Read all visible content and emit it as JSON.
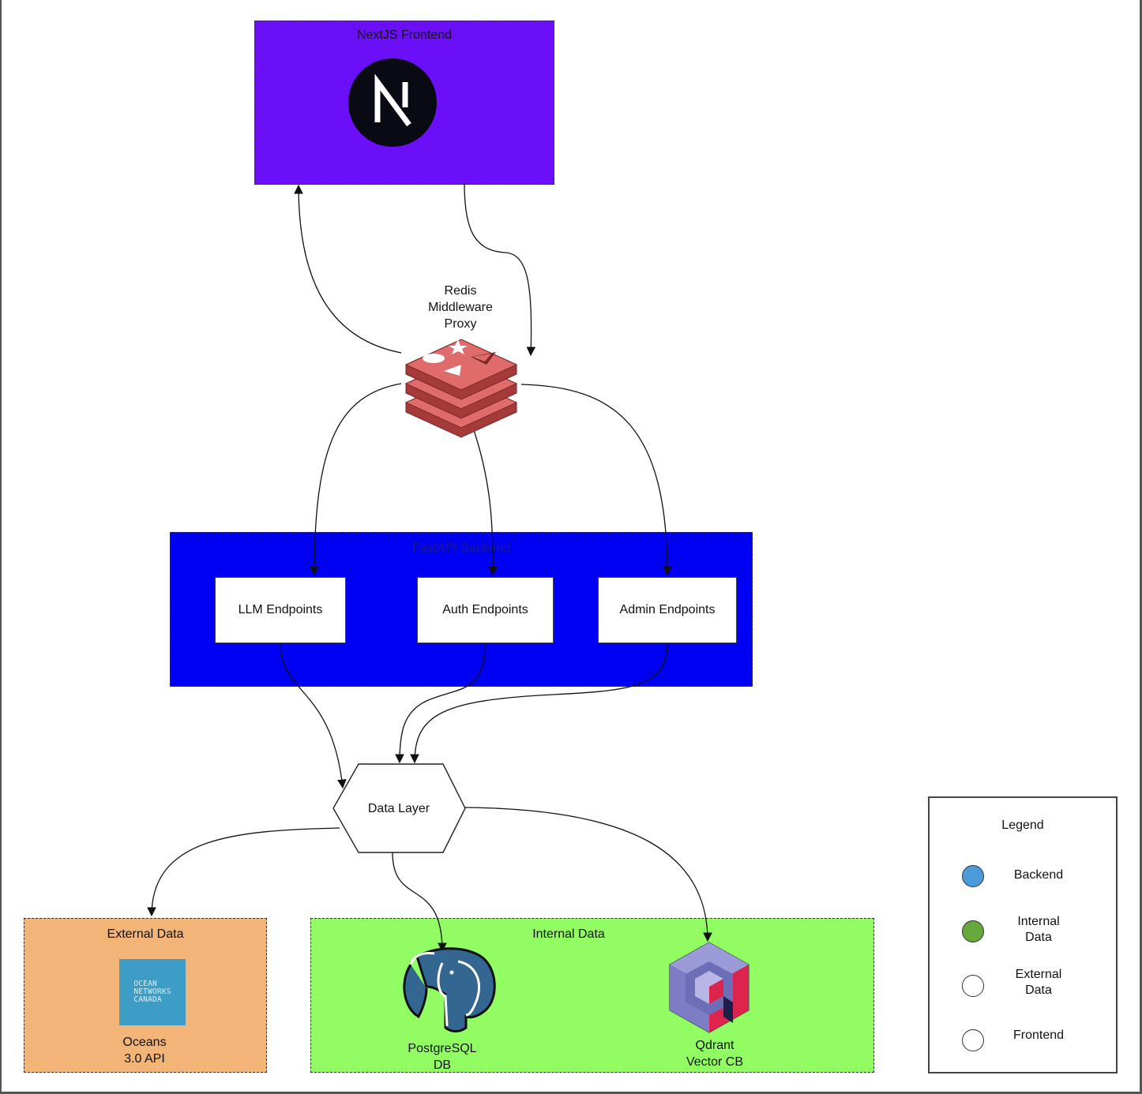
{
  "frontend": {
    "title": "NextJS Frontend"
  },
  "proxy": {
    "label_lines": [
      "Redis",
      "Middleware",
      "Proxy"
    ]
  },
  "backend": {
    "title": "FastAPI Backend",
    "endpoints": [
      "LLM Endpoints",
      "Auth Endpoints",
      "Admin Endpoints"
    ]
  },
  "data_layer": {
    "label": "Data Layer"
  },
  "external_data": {
    "title": "External Data",
    "logo_lines": [
      "OCEAN",
      "NETWORKS",
      "CANADA"
    ],
    "service_lines": [
      "Oceans",
      "3.0 API"
    ]
  },
  "internal_data": {
    "title": "Internal Data",
    "postgres_lines": [
      "PostgreSQL",
      "DB"
    ],
    "qdrant_lines": [
      "Qdrant",
      "Vector CB"
    ]
  },
  "legend": {
    "title": "Legend",
    "items": [
      {
        "label_lines": [
          "Backend"
        ],
        "color": "#4b9ad9"
      },
      {
        "label_lines": [
          "Internal",
          "Data"
        ],
        "color": "#66a83b"
      },
      {
        "label_lines": [
          "External",
          "Data"
        ],
        "color": "#ffffff"
      },
      {
        "label_lines": [
          "Frontend"
        ],
        "color": "#ffffff"
      }
    ]
  },
  "colors": {
    "frontend_group": "#6a0ff7",
    "backend_group": "#0000f5",
    "external_group": "#f2b477",
    "internal_group": "#92fd63",
    "redis": "#d65b5b",
    "postgres": "#336791",
    "qdrant": "#dc244c"
  },
  "icons": [
    "nextjs-logo-icon",
    "redis-logo-icon",
    "ocean-networks-canada-logo-icon",
    "postgresql-elephant-icon",
    "qdrant-logo-icon"
  ]
}
